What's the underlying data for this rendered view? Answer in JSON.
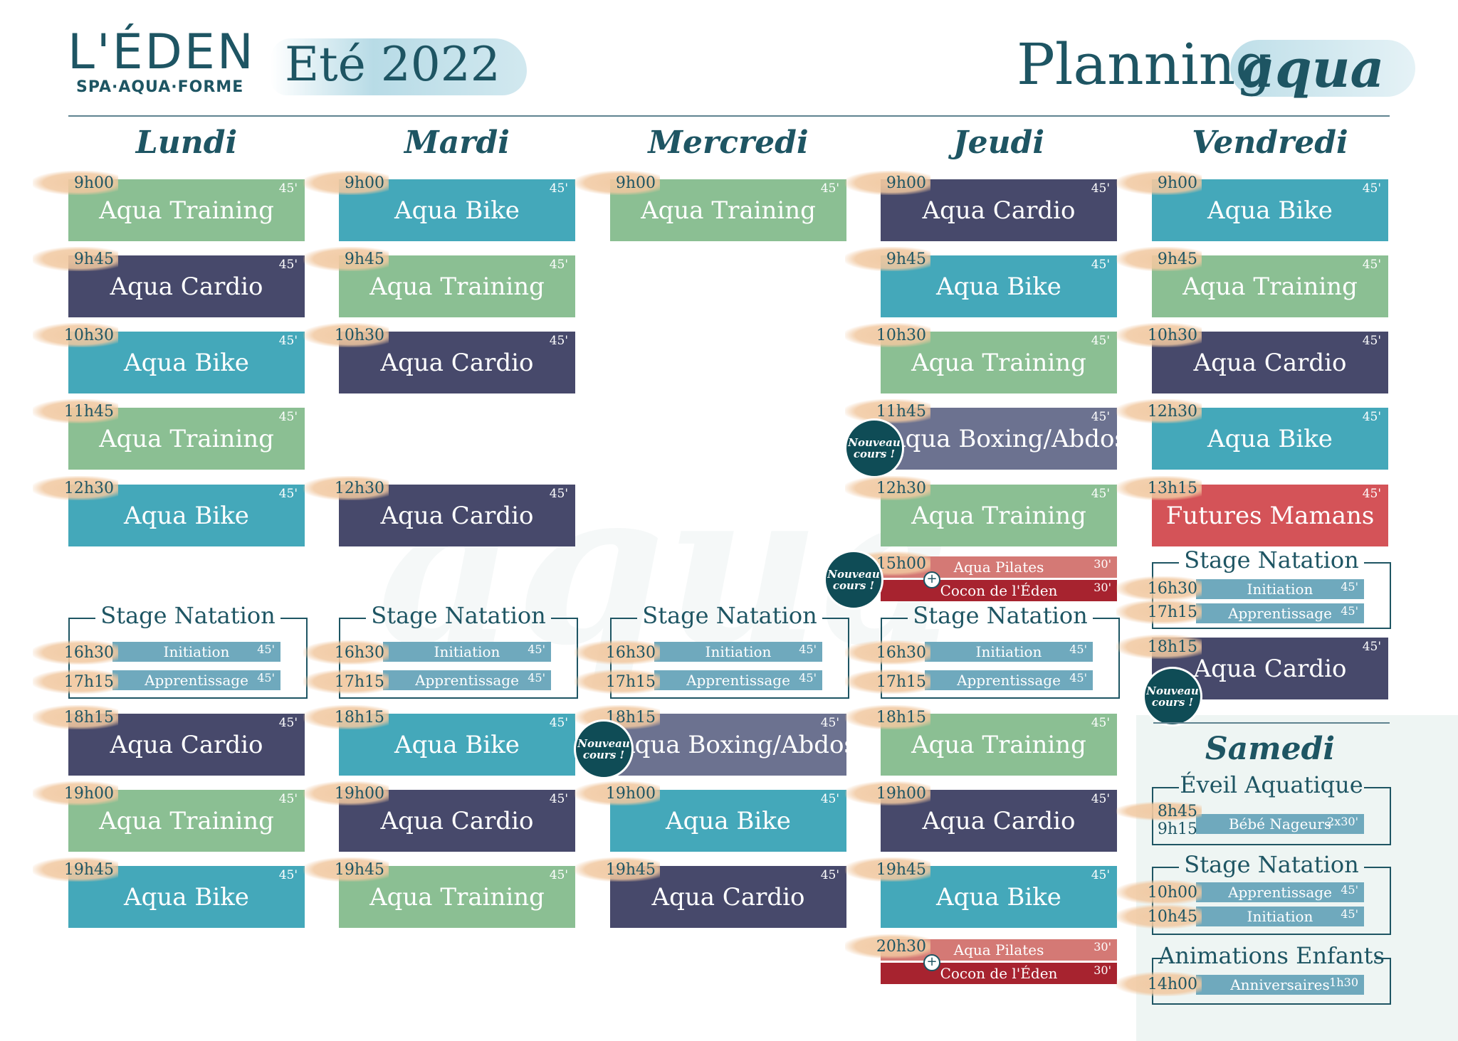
{
  "header": {
    "logo_main": "L'ÉDEN",
    "logo_sub": "SPA·AQUA·FORME",
    "season": "Eté 2022",
    "title_main": "Planning",
    "title_script": "aqua"
  },
  "watermark": "aqua",
  "days": {
    "lundi": "Lundi",
    "mardi": "Mardi",
    "mercredi": "Mercredi",
    "jeudi": "Jeudi",
    "vendredi": "Vendredi",
    "samedi": "Samedi"
  },
  "nouveau": "Nouveau cours !",
  "classes": {
    "training": "Aqua Training",
    "cardio": "Aqua Cardio",
    "bike": "Aqua Bike",
    "boxing": "Aqua Boxing/Abdos",
    "mamans": "Futures Mamans",
    "pilates": "Aqua Pilates",
    "cocon": "Cocon de l'Éden",
    "stage": "Stage Natation",
    "initiation": "Initiation",
    "apprentissage": "Apprentissage",
    "eveil": "Éveil Aquatique",
    "bebe": "Bébé Nageurs",
    "animations": "Animations Enfants",
    "anniversaires": "Anniversaires"
  },
  "durations": {
    "d45": "45'",
    "d30": "30'",
    "d2x30": "2x30'",
    "d1h30": "1h30"
  },
  "times": {
    "t0900": "9h00",
    "t0945": "9h45",
    "t1030": "10h30",
    "t1145": "11h45",
    "t1230": "12h30",
    "t1315": "13h15",
    "t1500": "15h00",
    "t1630": "16h30",
    "t1715": "17h15",
    "t1815": "18h15",
    "t1900": "19h00",
    "t1945": "19h45",
    "t2030": "20h30",
    "t0845": "8h45",
    "t0915": "9h15",
    "t1000": "10h00",
    "t1045": "10h45",
    "t1400": "14h00"
  },
  "colors": {
    "green": "#8bbf93",
    "navy": "#47496b",
    "teal": "#44a8ba",
    "purple": "#6c7290",
    "red": "#d45358",
    "maroon": "#a7232f"
  }
}
